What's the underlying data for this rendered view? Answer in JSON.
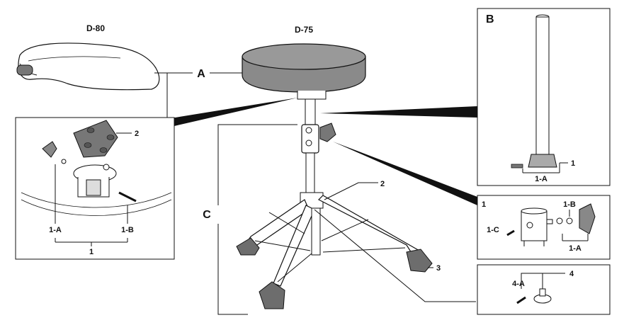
{
  "titles": {
    "d80": "D-80",
    "d75": "D-75"
  },
  "labels": {
    "A": "A",
    "B": "B",
    "C": "C",
    "seat_base": {
      "n2": "2",
      "n1A": "1-A",
      "n1B": "1-B",
      "n1": "1"
    },
    "tube": {
      "n1": "1",
      "n1A": "1-A"
    },
    "stand": {
      "n2": "2",
      "n3": "3"
    },
    "clamp": {
      "n1": "1",
      "n1B": "1-B",
      "n1C": "1-C",
      "n1A": "1-A"
    },
    "memory": {
      "n4": "4",
      "n4A": "4-A"
    }
  },
  "colors": {
    "line": "#111111",
    "seat": "#8a8a8a",
    "foot": "#6d6d6d",
    "fill": "#ffffff"
  }
}
